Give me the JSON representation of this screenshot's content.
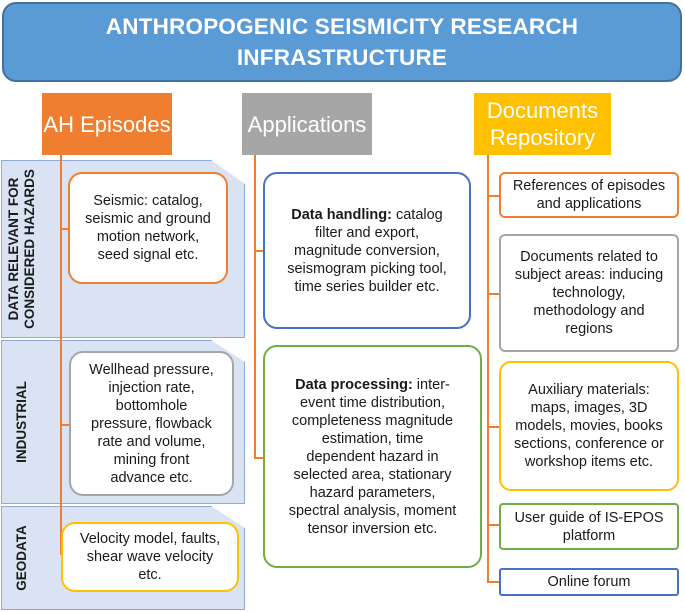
{
  "title": {
    "line1": "ANTHROPOGENIC SEISMICITY RESEARCH",
    "line2": "INFRASTRUCTURE"
  },
  "headers": {
    "ah_episodes": "AH Episodes",
    "applications": "Applications",
    "documents_line1": "Documents",
    "documents_line2": "Repository"
  },
  "bands": {
    "hazards_line1": "DATA RELEVANT FOR",
    "hazards_line2": "CONSIDERED HAZARDS",
    "industrial": "INDUSTRIAL",
    "geodata": "GEODATA"
  },
  "episodes": {
    "seismic": [
      "Seismic: catalog,",
      "seismic and ground",
      "motion network,",
      "seed signal etc."
    ],
    "industrial": [
      "Wellhead pressure,",
      "injection rate,",
      "bottomhole",
      "pressure, flowback",
      "rate and volume,",
      "mining front",
      "advance etc."
    ],
    "geodata": [
      "Velocity model, faults,",
      "shear wave velocity",
      "etc."
    ]
  },
  "applications": {
    "handling": {
      "heading": "Data handling:",
      "first_rest": " catalog",
      "lines": [
        "filter and export,",
        "magnitude conversion,",
        "seismogram picking tool,",
        "time series builder etc."
      ]
    },
    "processing": {
      "heading": "Data processing:",
      "first_rest": " inter-",
      "lines": [
        "event time distribution,",
        "completeness magnitude",
        "estimation, time",
        "dependent hazard in",
        "selected area, stationary",
        "hazard parameters,",
        "spectral analysis, moment",
        "tensor inversion etc."
      ]
    }
  },
  "documents": {
    "references": [
      "References of episodes",
      "and applications"
    ],
    "subject": [
      "Documents related to",
      "subject areas: inducing",
      "technology,",
      "methodology and",
      "regions"
    ],
    "auxiliary": [
      "Auxiliary materials:",
      "maps, images, 3D",
      "models, movies, books",
      "sections, conference or",
      "workshop items etc."
    ],
    "guide": [
      "User guide of IS-EPOS",
      "platform"
    ],
    "forum": [
      "Online forum"
    ]
  },
  "colors": {
    "banner": "#5b9bd5",
    "orange": "#f07e31",
    "grey": "#a6a6a6",
    "gold": "#ffc000",
    "blue": "#4472c4",
    "green": "#70ad47",
    "band": "#dae3f3"
  }
}
